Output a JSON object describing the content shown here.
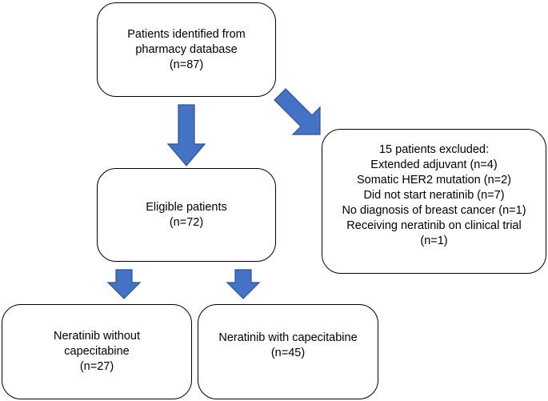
{
  "colors": {
    "arrow_fill": "#4472c4",
    "arrow_stroke": "#2f528f",
    "box_border": "#000000"
  },
  "boxes": {
    "identified": {
      "lines": [
        "Patients identified from",
        "pharmacy database",
        "(n=87)"
      ]
    },
    "excluded": {
      "lines": [
        "15 patients excluded:",
        "Extended adjuvant (n=4)",
        "Somatic HER2 mutation (n=2)",
        "Did not start neratinib (n=7)",
        "No diagnosis of breast cancer (n=1)",
        "Receiving neratinib on clinical trial",
        "(n=1)"
      ]
    },
    "eligible": {
      "lines": [
        "Eligible patients",
        "(n=72)"
      ]
    },
    "without_capecitabine": {
      "lines": [
        "Neratinib without",
        "capecitabine",
        "(n=27)"
      ]
    },
    "with_capecitabine": {
      "lines": [
        "Neratinib with capecitabine",
        "(n=45)"
      ]
    }
  }
}
